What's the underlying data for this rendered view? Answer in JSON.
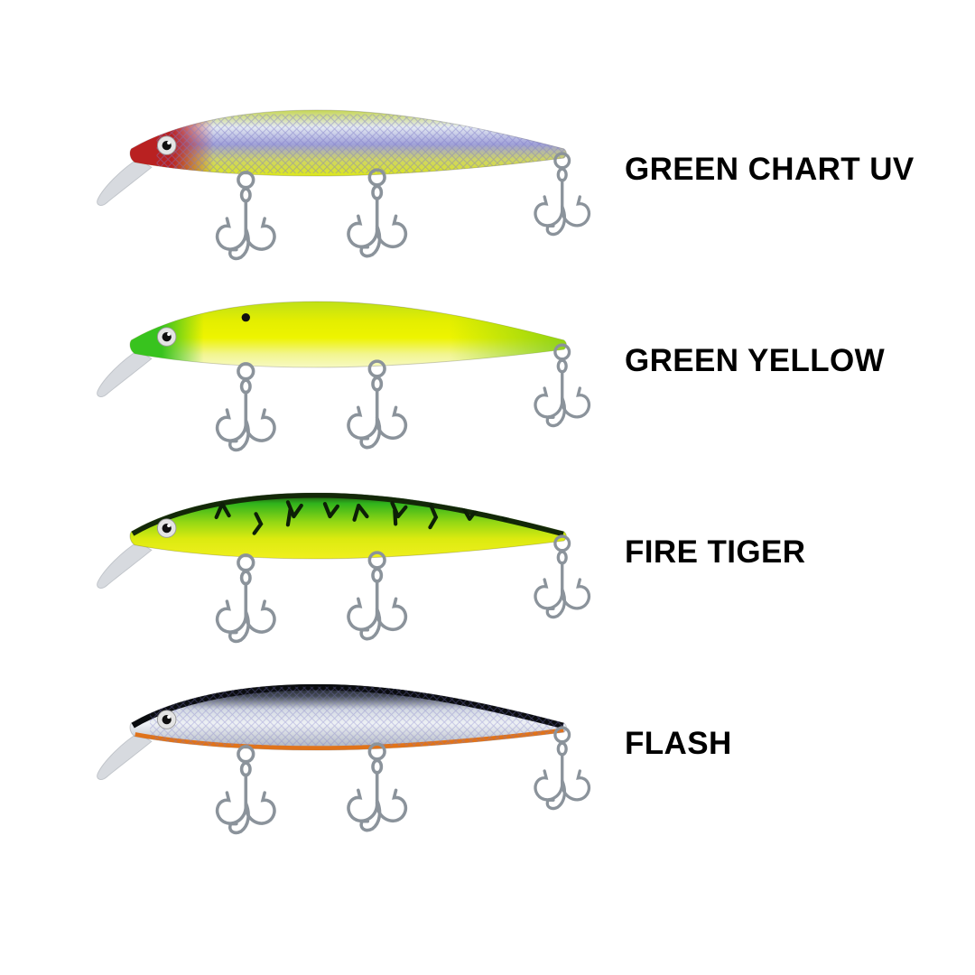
{
  "colors": {
    "background": "#ffffff",
    "label_text": "#000000"
  },
  "hook_color": "#8b939b",
  "lip_color": "#b6bcc4",
  "eye": {
    "sclera": "#e4e4e4",
    "pupil": "#101010"
  },
  "lures": [
    {
      "name": "GREEN CHART UV",
      "stops": [
        "#c6d654",
        "#e4eaf2",
        "#9fa0d8",
        "#cdd36a",
        "#dce81c"
      ],
      "head_color": "#b92121",
      "scale_color": "#7d79c8"
    },
    {
      "name": "GREEN YELLOW",
      "stops": [
        "#bfe018",
        "#e4ee00",
        "#eef400",
        "#f2f590",
        "#f7fac2"
      ],
      "head_color": "#38c31e",
      "tail_color": "#7fcc14",
      "dot_color": "#101010"
    },
    {
      "name": "FIRE TIGER",
      "stops": [
        "#1a380e",
        "#2fb31c",
        "#96d814",
        "#dcea10",
        "#f0f01e"
      ],
      "back_color": "#132808",
      "stripe_color": "#0d1f07"
    },
    {
      "name": "FLASH",
      "stops": [
        "#101318",
        "#444b55",
        "#d2d8e2",
        "#eef1f5",
        "#a8afbb"
      ],
      "back_color": "#0a0c0f",
      "belly_color": "#e0731a",
      "scale_color": "#7d79c8"
    }
  ]
}
